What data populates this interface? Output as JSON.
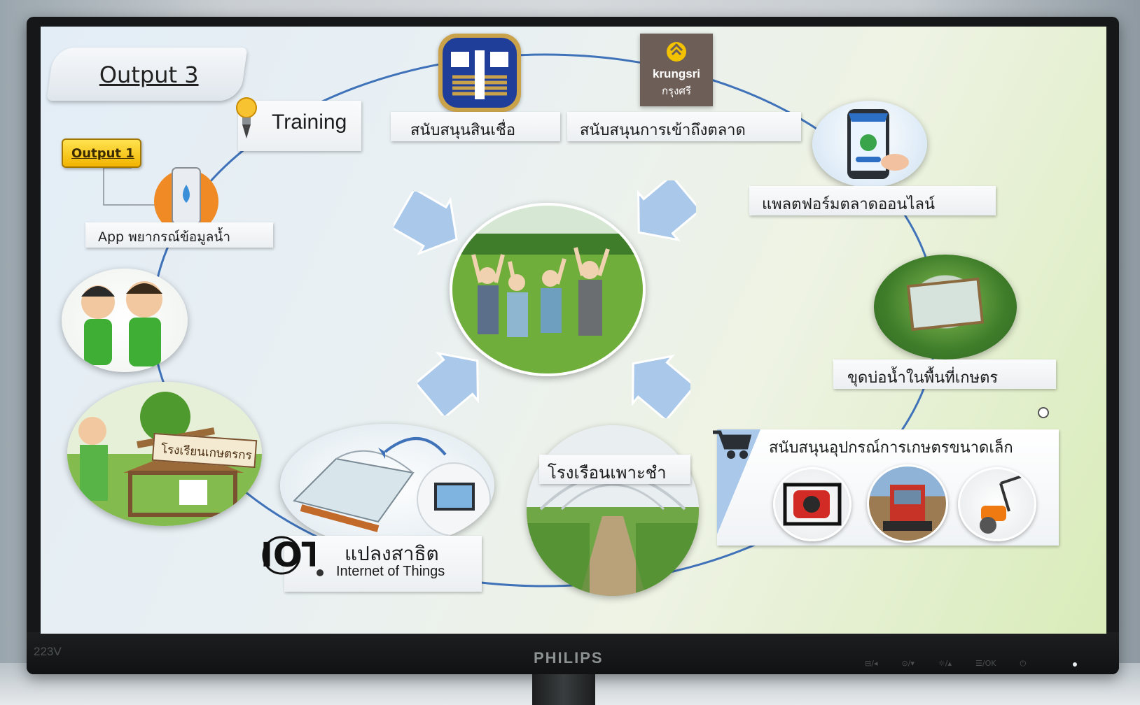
{
  "monitor": {
    "model": "223V",
    "brand": "PHILIPS",
    "controls": [
      "⊟/◂",
      "⊙/▾",
      "☼/▴",
      "☰/OK",
      "⏻"
    ]
  },
  "slide": {
    "title": "Output 3",
    "output1_badge": "Output 1",
    "training_label": "Training",
    "baac_label": "สนับสนุนสินเชื่อ",
    "krungsri_label": "สนับสนุนการเข้าถึงตลาด",
    "krungsri_logo": {
      "line1": "krungsri",
      "line2": "กรุงศรี"
    },
    "online_market_label": "แพลตฟอร์มตลาดออนไลน์",
    "pond_label": "ขุดบ่อน้ำในพื้นที่เกษตร",
    "equipment_label": "สนับสนุนอุปกรณ์การเกษตรขนาดเล็ก",
    "greenhouse_label": "โรงเรือนเพาะชำ",
    "demo_plot_label": "แปลงสาธิต",
    "iot_bullet": "Internet of Things",
    "iot_logo": "IOT",
    "app_label": "App พยากรณ์ข้อมูลน้ำ",
    "school_sign": "โรงเรียนเกษตรกร"
  },
  "colors": {
    "ring": "#3f72b8",
    "arrow": "#a9c8ea",
    "baac_blue": "#1f3e9a",
    "baac_gold": "#c9a24a",
    "krungsri_brown": "#6d5e57",
    "output1_yellow": "#f7c21a"
  }
}
